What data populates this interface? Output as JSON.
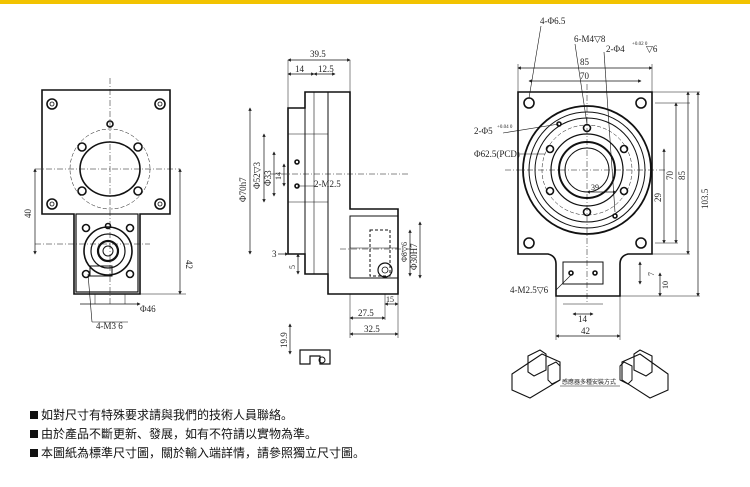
{
  "accent_color": "#f2c300",
  "left_view": {
    "dim_height_left": "40",
    "dim_height_right": "42",
    "dim_dia": "Φ46",
    "label_thread": "4-M3 6"
  },
  "middle_view": {
    "dim_top_width": "39.5",
    "dim_14": "14",
    "dim_12_5": "12.5",
    "dim_phi70": "Φ70h7",
    "dim_phi52": "Φ52▽3",
    "dim_phi33": "Φ33",
    "dim_14_v": "14",
    "label_m25": "2-M2.5",
    "dim_3": "3",
    "dim_5": "5",
    "dim_phi8": "Φ8▽6",
    "dim_phi30": "Φ30H7",
    "dim_15": "15",
    "dim_27_5": "27.5",
    "dim_32_5": "32.5",
    "dim_19_9": "19.9"
  },
  "right_view": {
    "label_4phi65": "4-Φ6.5",
    "label_6m4": "6-M4▽8",
    "label_2phi4": "2-Φ4",
    "label_2phi4_tol": "+0.02 0",
    "label_2phi4_depth": "▽6",
    "label_2phi5": "2-Φ5",
    "label_2phi5_tol": "+0.04 0",
    "label_pcd": "Φ62.5(PCD)",
    "dim_85_top": "85",
    "dim_70_top": "70",
    "dim_39": "39",
    "dim_29": "29",
    "dim_70_v": "70",
    "dim_85_v": "85",
    "dim_103_5": "103.5",
    "dim_7": "7",
    "dim_10": "10",
    "label_m25": "4-M2.5▽6",
    "dim_14_b": "14",
    "dim_42_b": "42",
    "label_sensor": "感應器多種安裝方式"
  },
  "notes": [
    "如對尺寸有特殊要求請與我們的技術人員聯絡。",
    "由於產品不斷更新、發展，如有不符請以實物為準。",
    "本圖紙為標準尺寸圖，關於輸入端詳情，請參照獨立尺寸圖。"
  ]
}
